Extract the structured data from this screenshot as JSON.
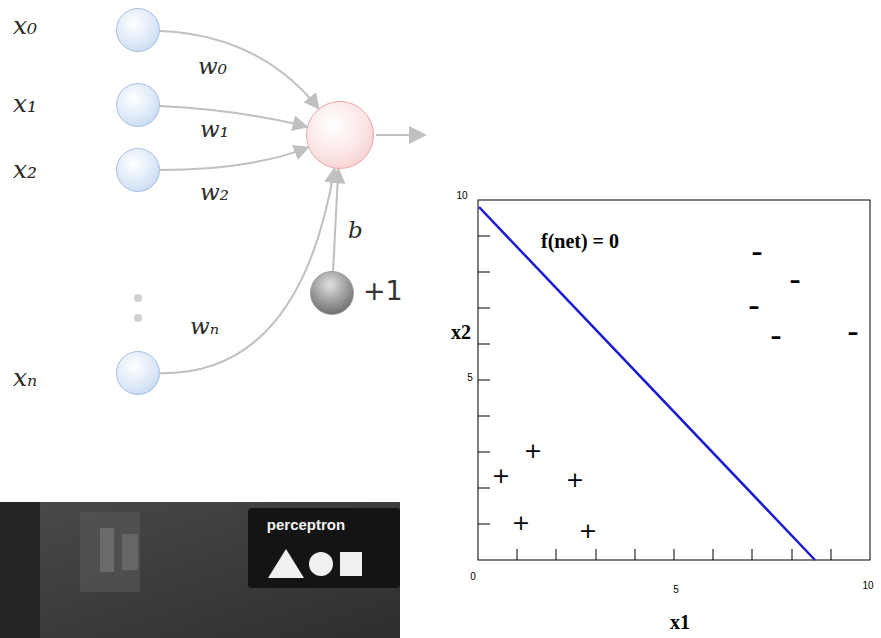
{
  "diagram": {
    "nodes": [
      {
        "text": [
          "x₀"
        ]
      },
      {
        "text": [
          "x₁"
        ]
      },
      {
        "text": [
          "x₂"
        ]
      },
      {
        "text": [
          "xₙ"
        ]
      },
      {
        "text": []
      },
      {
        "text": [
          "+1"
        ]
      }
    ],
    "edges": [
      {
        "from": 0,
        "to": 4,
        "label": "w₀",
        "arrow": "to"
      },
      {
        "from": 1,
        "to": 4,
        "label": "w₁",
        "arrow": "to"
      },
      {
        "from": 2,
        "to": 4,
        "label": "w₂",
        "arrow": "to"
      },
      {
        "from": 3,
        "to": 4,
        "label": "wₙ",
        "arrow": "to"
      },
      {
        "from": 5,
        "to": 4,
        "label": "b",
        "arrow": "to"
      }
    ],
    "labels": [
      "f(net) = 0",
      "x2",
      "x1",
      "10",
      "5",
      "0",
      "5",
      "10",
      "+",
      "+",
      "+",
      "+",
      "+",
      "–",
      "–",
      "–",
      "–",
      "–",
      "perceptron"
    ]
  }
}
